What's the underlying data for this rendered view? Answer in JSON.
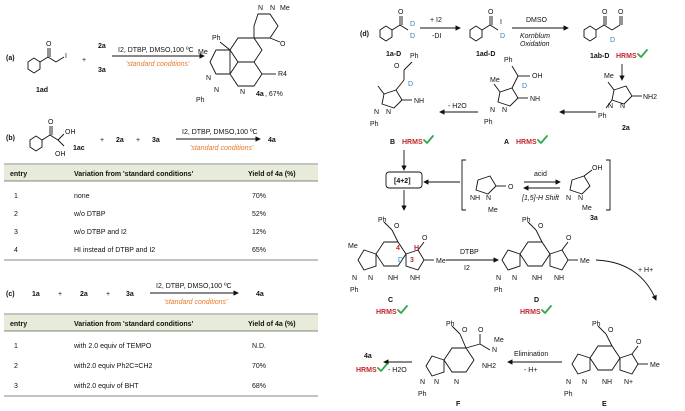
{
  "panels": {
    "a": {
      "label": "(a)",
      "reagent_1": "1ad",
      "plus": "+",
      "reagent_2": "2a",
      "reagent_3": "3a",
      "conditions": "I2, DTBP, DMSO,100 ºC",
      "conditions_label": "'standard conditions'",
      "product": "4a",
      "product_yield": ", 67%",
      "atom_labels": [
        "I",
        "O",
        "N",
        "N",
        "Me",
        "O",
        "Ph",
        "Me",
        "Ph",
        "N",
        "N",
        "N",
        "R4"
      ]
    },
    "b": {
      "label": "(b)",
      "reagent_1": "1ac",
      "plus": "+",
      "reagent_2": "2a",
      "reagent_3": "3a",
      "conditions": "I2, DTBP, DMSO,100 ºC",
      "conditions_label": "'standard conditions'",
      "product": "4a",
      "atom_labels": [
        "O",
        "OH",
        "OH"
      ],
      "table": {
        "headers": [
          "entry",
          "Variation from 'standard conditions'",
          "Yield of 4a (%)"
        ],
        "rows": [
          [
            "1",
            "none",
            "70%"
          ],
          [
            "2",
            "w/o DTBP",
            "52%"
          ],
          [
            "3",
            "w/o DTBP and I2",
            "12%"
          ],
          [
            "4",
            "HI instead of  DTBP and I2",
            "65%"
          ]
        ]
      }
    },
    "c": {
      "label": "(c)",
      "reagent_1": "1a",
      "plus": "+",
      "reagent_2": "2a",
      "reagent_3": "3a",
      "conditions": "I2, DTBP, DMSO,100 ºC",
      "conditions_label": "'standard conditions'",
      "product": "4a",
      "table": {
        "headers": [
          "entry",
          "Variation from 'standard conditions'",
          "Yield of 4a (%)"
        ],
        "rows": [
          [
            "1",
            "with 2.0 equiv of TEMPO",
            "N.D."
          ],
          [
            "2",
            "with2.0 equiv  Ph2C=CH2",
            "70%"
          ],
          [
            "3",
            "with2.0 equiv of BHT",
            "68%"
          ]
        ]
      }
    },
    "d": {
      "label": "(d)",
      "step1_reagent": "+ I2",
      "step1_byproduct": "-DI",
      "step2_reagent": "DMSO",
      "step2_name_1": "Kornblum",
      "step2_name_2": "Oxidation",
      "minus_water": "- H2O",
      "elimination": "Elimination",
      "minus_h": "- H+",
      "plus_h": "+ H+",
      "cycloaddition": "[4+2]",
      "acid": "acid",
      "shift": "[1,5]-H Shift",
      "dtbp": "DTBP",
      "iodine": "I2",
      "hrms": "HRMS",
      "compounds": {
        "1a-D": "1a-D",
        "1ad-D": "1ad-D",
        "1ab-D": "1ab-D",
        "2a": "2a",
        "A": "A",
        "B": "B",
        "C": "C",
        "D": "D",
        "E": "E",
        "F": "F",
        "3a": "3a",
        "4a": "4a"
      },
      "atom_labels": {
        "O": "O",
        "D": "D",
        "I": "I",
        "N": "N",
        "NH": "NH",
        "NH2": "NH2",
        "Ph": "Ph",
        "OH": "OH",
        "Me": "Me",
        "H": "H",
        "N_plus": "N+",
        "num4": "4",
        "num3": "3"
      }
    }
  },
  "colors": {
    "conditions_orange": "#e8792a",
    "hrms_red": "#c0282d",
    "check_green": "#32a852",
    "deuterium_blue": "#2d7fc1",
    "table_header": "#e6ecd9"
  }
}
